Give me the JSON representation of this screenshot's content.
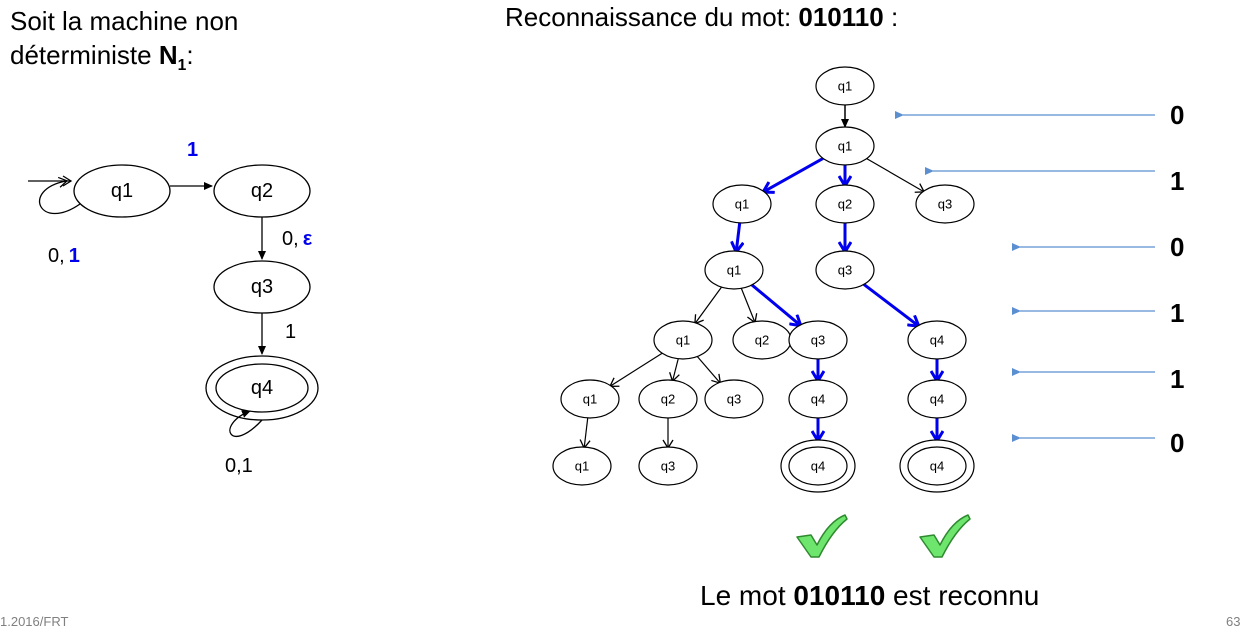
{
  "header": {
    "left_line1": "Soit la machine non",
    "left_line2_prefix": "déterministe ",
    "left_machine": "N",
    "left_machine_sub": "1",
    "left_suffix": ":",
    "right_prefix": "Reconnaissance du mot: ",
    "right_word": "010110",
    "right_suffix": " :"
  },
  "automaton": {
    "states": [
      "q1",
      "q2",
      "q3",
      "q4"
    ],
    "accepting": [
      "q4"
    ],
    "transitions": {
      "q1_loop": "0,",
      "q1_loop_blue": "1",
      "q1_q2": "1",
      "q2_q3": "0,",
      "q2_q3_blue": "ε",
      "q3_q4": "1",
      "q4_loop": "0,1"
    }
  },
  "tree": {
    "nodes": [
      "q1",
      "q1",
      "q1",
      "q2",
      "q3",
      "q1",
      "q3",
      "q1",
      "q2",
      "q3",
      "q4",
      "q1",
      "q2",
      "q3",
      "q4",
      "q4",
      "q1",
      "q3",
      "q4",
      "q4"
    ]
  },
  "input_symbols": [
    "0",
    "1",
    "0",
    "1",
    "1",
    "0"
  ],
  "conclusion": {
    "prefix": "Le mot ",
    "word": "010110",
    "suffix": " est reconnu"
  },
  "footer": {
    "left": "1.2016/FRT",
    "page": "63"
  },
  "colors": {
    "accepted_path": "#0000ee",
    "arrow_line": "#5b8fd0",
    "check": "#6ee66e",
    "footer": "#808080"
  },
  "icons": [
    "check-mark-icon",
    "check-mark-icon"
  ]
}
